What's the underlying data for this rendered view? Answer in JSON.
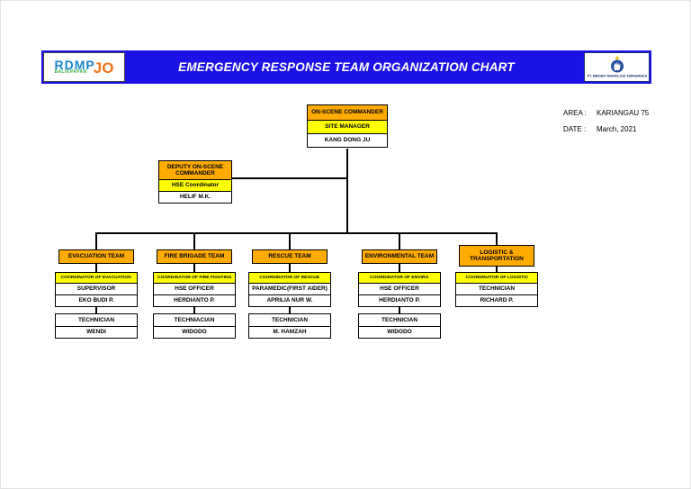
{
  "banner": {
    "title": "EMERGENCY RESPONSE TEAM ORGANIZATION CHART",
    "left_logo": {
      "main": "RDMP",
      "sub": "BALIKPAPAN",
      "jo": "JO"
    },
    "right_logo": {
      "caption": "PT. MEIDEN TEKNOLOGI TERKEMUKA"
    }
  },
  "meta": {
    "area_label": "AREA :",
    "area_value": "KARIANGAU 75",
    "date_label": "DATE :",
    "date_value": "March, 2021"
  },
  "chart": {
    "root": {
      "title": "ON-SCENE COMMANDER",
      "role": "SITE MANAGER",
      "name": "KANG DONG JU"
    },
    "deputy": {
      "title": "DEPUTY ON-SCENE COMMANDER",
      "role": "HSE Coordinator",
      "name": "HELIF M.K."
    },
    "teams": [
      {
        "team": "EVACUATION TEAM",
        "coordinator": "COORDINATOR OF EVACUATION",
        "role": "SUPERVISOR",
        "name": "EKO BUDI P.",
        "sub_role": "TECHNICIAN",
        "sub_name": "WENDI"
      },
      {
        "team": "FIRE BRIGADE TEAM",
        "coordinator": "COORDINATOR OF FIRE FIGHTING",
        "role": "HSE OFFICER",
        "name": "HERDIANTO P.",
        "sub_role": "TECHNIACIAN",
        "sub_name": "WIDODO"
      },
      {
        "team": "RESCUE TEAM",
        "coordinator": "COORDINATOR OF RESCUE",
        "role": "PARAMEDIC(FIRST AIDER)",
        "name": "APRILIA NUR W.",
        "sub_role": "TECHNICIAN",
        "sub_name": "M. HAMZAH"
      },
      {
        "team": "ENVIRONMENTAL TEAM",
        "coordinator": "COORDINATOR OF ENVIRO",
        "role": "HSE OFFICER",
        "name": "HERDIANTO P.",
        "sub_role": "TECHNICIAN",
        "sub_name": "WIDODO"
      },
      {
        "team": "LOGISTIC & TRANSPORTATION",
        "coordinator": "COORDINATOR OF LOGISTIC",
        "role": "TECHNICIAN",
        "name": "RICHARD P."
      }
    ]
  },
  "colors": {
    "banner_blue": "#1d12e6",
    "box_orange": "#ffab00",
    "box_yellow": "#ffff00"
  }
}
